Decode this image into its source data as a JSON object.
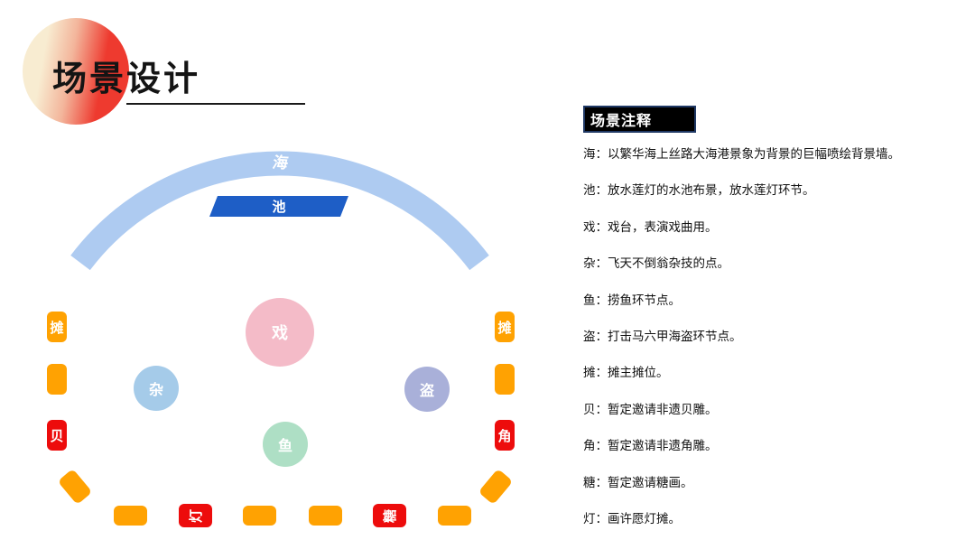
{
  "slide": {
    "title": "场景设计"
  },
  "legend": {
    "header": "场景注释",
    "separator": "：",
    "notes": [
      {
        "term": "海",
        "desc": "以繁华海上丝路大海港景象为背景的巨幅喷绘背景墙。"
      },
      {
        "term": "池",
        "desc": "放水莲灯的水池布景，放水莲灯环节。"
      },
      {
        "term": "戏",
        "desc": "戏台，表演戏曲用。"
      },
      {
        "term": "杂",
        "desc": "飞天不倒翁杂技的点。"
      },
      {
        "term": "鱼",
        "desc": "捞鱼环节点。"
      },
      {
        "term": "盗",
        "desc": "打击马六甲海盗环节点。"
      },
      {
        "term": "摊",
        "desc": "摊主摊位。"
      },
      {
        "term": "贝",
        "desc": "暂定邀请非遗贝雕。"
      },
      {
        "term": "角",
        "desc": "暂定邀请非遗角雕。"
      },
      {
        "term": "糖",
        "desc": "暂定邀请糖画。"
      },
      {
        "term": "灯",
        "desc": "画许愿灯摊。"
      }
    ]
  },
  "diagram": {
    "arc_label": "海",
    "pool_label": "池",
    "zones": [
      {
        "label": "戏",
        "color": "#f4bbc8"
      },
      {
        "label": "杂",
        "color": "#a5cbe9"
      },
      {
        "label": "盗",
        "color": "#a9b0d9"
      },
      {
        "label": "鱼",
        "color": "#aedfc5"
      }
    ],
    "left_tiles": [
      {
        "label": "摊"
      },
      {
        "label": ""
      },
      {
        "label": "贝"
      }
    ],
    "right_tiles": [
      {
        "label": "摊"
      },
      {
        "label": ""
      },
      {
        "label": "角"
      }
    ],
    "bottom_tiles": [
      {
        "label": ""
      },
      {
        "label": "灯"
      },
      {
        "label": ""
      },
      {
        "label": ""
      },
      {
        "label": "糖"
      },
      {
        "label": ""
      }
    ],
    "colors": {
      "arc_blue": "#aecbf1",
      "pool_blue": "#1e5ec6",
      "stall_orange": "#ffa202",
      "stall_red": "#ed0c0c",
      "header_bg": "#000000",
      "header_border": "#1f3864",
      "title_gradient_start": "#f8ecd1",
      "title_gradient_end": "#ee3a2f"
    }
  }
}
